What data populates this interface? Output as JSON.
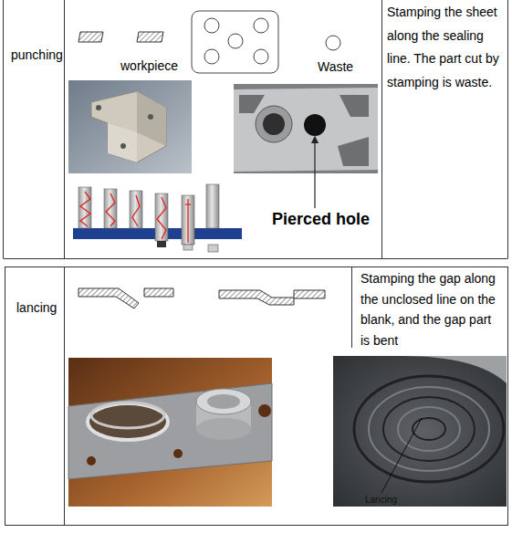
{
  "diagram": {
    "labels": [
      "punching",
      "workpiece",
      "Waste",
      "Stamping the sheet along the sealing line. The part cut by stamping is waste.",
      "Pierced hole",
      "lancing",
      "Stamping the gap along the unclosed line on the blank, and the gap part is bent",
      "Lancing"
    ]
  }
}
